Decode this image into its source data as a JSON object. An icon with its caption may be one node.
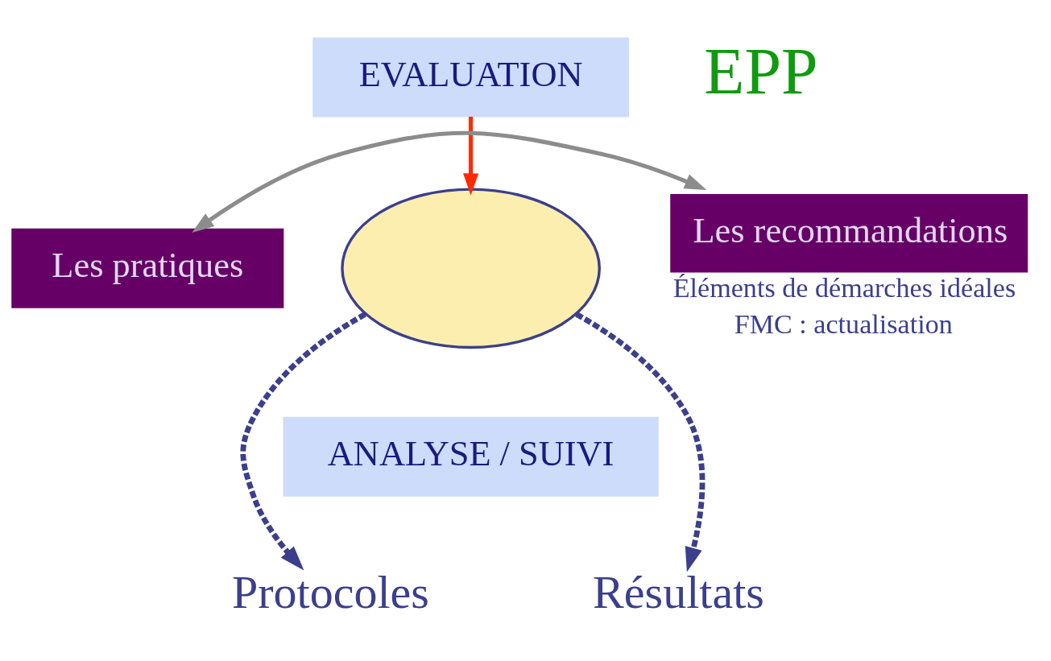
{
  "diagram": {
    "nodes": [
      {
        "text": [
          "EVALUATION"
        ]
      },
      {
        "text": [
          "EPP"
        ]
      },
      {
        "text": [],
        "shape": "cloud"
      },
      {
        "text": [
          "Les pratiques"
        ]
      },
      {
        "text": [
          "Les recommandations"
        ],
        "beside": [
          "Éléments de démarches idéales",
          "FMC : actualisation"
        ]
      },
      {
        "text": [
          "ANALYSE / SUIVI"
        ]
      },
      {
        "text": [
          "Protocoles"
        ]
      },
      {
        "text": [
          "Résultats"
        ]
      }
    ],
    "edges": [
      {
        "from": 0,
        "to": 2,
        "arrow": "to",
        "color": "#ff2a00"
      },
      {
        "from": 3,
        "to": 4,
        "arrow": "both",
        "color": "#8c8c8c"
      },
      {
        "from": 2,
        "to": 6,
        "arrow": "to",
        "style": "dashed"
      },
      {
        "from": 2,
        "to": 7,
        "arrow": "to",
        "style": "dashed"
      }
    ]
  }
}
